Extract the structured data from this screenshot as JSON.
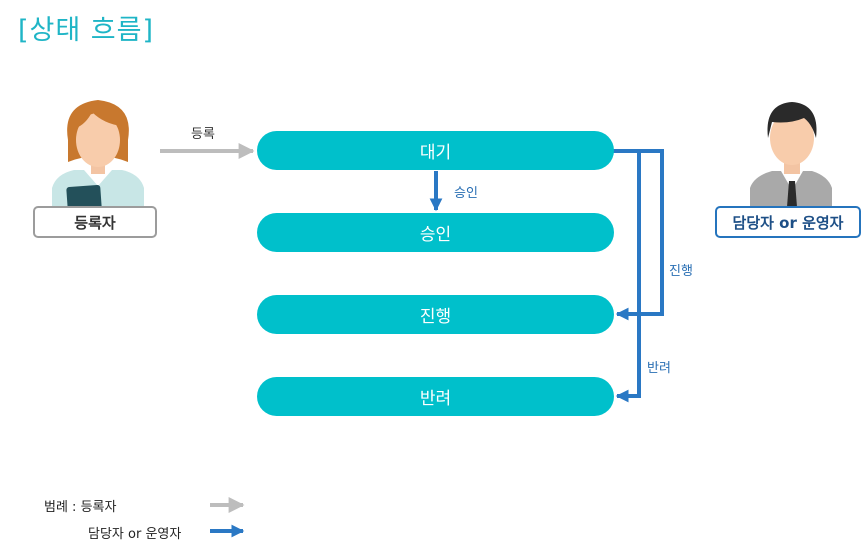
{
  "title": "[상태 흐름]",
  "states": [
    "대기",
    "승인",
    "진행",
    "반려"
  ],
  "flows": {
    "register_label": "등록",
    "approve_label": "승인",
    "progress_label": "진행",
    "reject_label": "반려"
  },
  "actors": {
    "registrant": "등록자",
    "manager": "담당자 or 운영자"
  },
  "legend": {
    "registrant": "범례 : 등록자",
    "manager": "담당자 or 운영자"
  },
  "colors": {
    "title": "#1fb5c6",
    "state_fill": "#00c0cb",
    "registrant_arrow": "#bdbdbd",
    "manager_arrow": "#2a78c4"
  }
}
